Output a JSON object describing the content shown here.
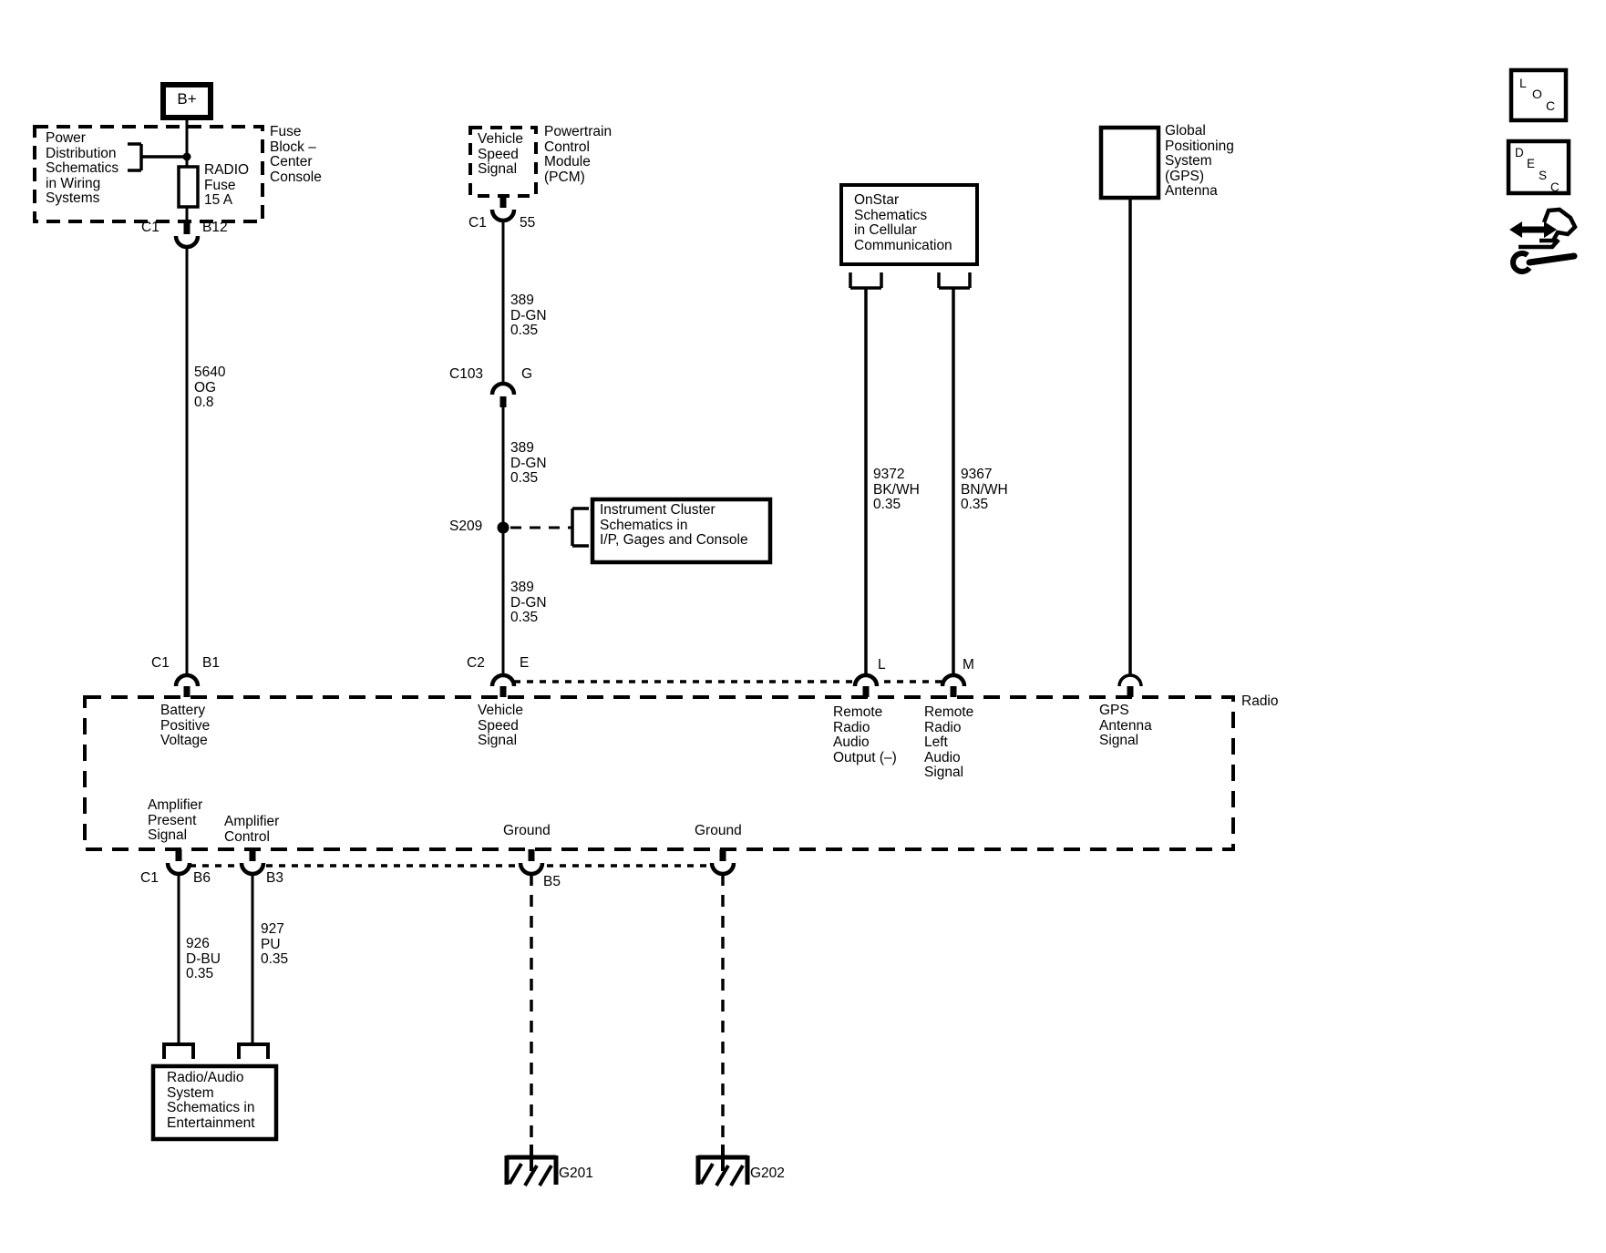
{
  "colors": {
    "ink": "#000000",
    "paper": "#ffffff"
  },
  "fuse_block": {
    "b_plus": "B+",
    "power_distribution": "Power\nDistribution\nSchematics\nin Wiring\nSystems",
    "fuse": "RADIO\nFuse\n15 A",
    "title": "Fuse\nBlock –\nCenter\nConsole",
    "connector": "C1",
    "pin": "B12"
  },
  "wires": {
    "w5640": "5640\nOG\n0.8",
    "w389a": "389\nD-GN\n0.35",
    "w389b": "389\nD-GN\n0.35",
    "w389c": "389\nD-GN\n0.35",
    "w9372": "9372\nBK/WH\n0.35",
    "w9367": "9367\nBN/WH\n0.35",
    "w926": "926\nD-BU\n0.35",
    "w927": "927\nPU\n0.35"
  },
  "pcm": {
    "signal": "Vehicle\nSpeed\nSignal",
    "title": "Powertrain\nControl\nModule\n(PCM)",
    "connector": "C1",
    "pin": "55"
  },
  "splices": {
    "c103": "C103",
    "c103_pin": "G",
    "s209": "S209",
    "instrument_cluster": "Instrument Cluster\nSchematics in\nI/P, Gages and Console"
  },
  "onstar": {
    "title": "OnStar\nSchematics\nin Cellular\nCommunication"
  },
  "gps": {
    "title": "Global\nPositioning\nSystem\n(GPS)\nAntenna",
    "signal": "GPS\nAntenna\nSignal"
  },
  "radio": {
    "name": "Radio",
    "battery": "Battery\nPositive\nVoltage",
    "vss": "Vehicle\nSpeed\nSignal",
    "remote_out": "Remote\nRadio\nAudio\nOutput (–)",
    "remote_left": "Remote\nRadio\nLeft\nAudio\nSignal",
    "amp_present": "Amplifier\nPresent\nSignal",
    "amp_control": "Amplifier\nControl",
    "ground1": "Ground",
    "ground2": "Ground",
    "conn_top": "C1",
    "pin_b1": "B1",
    "conn_c2": "C2",
    "pin_e": "E",
    "pin_l": "L",
    "pin_m": "M",
    "conn_bottom": "C1",
    "pin_b6": "B6",
    "pin_b3": "B3",
    "pin_b5": "B5"
  },
  "entertainment": {
    "title": "Radio/Audio\nSystem\nSchematics in\nEntertainment"
  },
  "grounds": {
    "g201": "G201",
    "g202": "G202"
  },
  "toolbar": {
    "loc": [
      "L",
      "O",
      "C"
    ],
    "desc": [
      "D",
      "E",
      "S",
      "C"
    ]
  }
}
